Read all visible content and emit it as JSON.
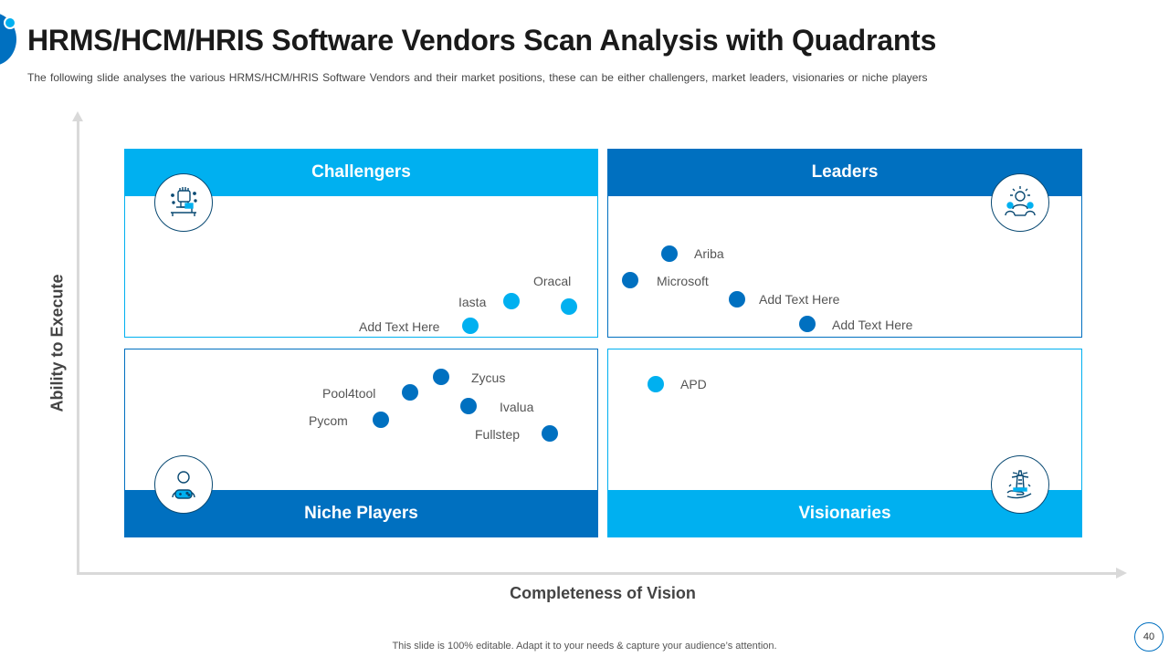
{
  "header": {
    "title": "HRMS/HCM/HRIS Software Vendors Scan Analysis with Quadrants",
    "subtitle": "The following  slide analyses the various  HRMS/HCM/HRIS  Software  Vendors  and their market positions,  these can be either challengers,  market leaders,  visionaries  or niche players"
  },
  "axes": {
    "y_label": "Ability to Execute",
    "x_label": "Completeness of Vision"
  },
  "quadrants": {
    "challengers": {
      "label": "Challengers",
      "icon": "fist-raised-icon",
      "color": "#00b0f0"
    },
    "leaders": {
      "label": "Leaders",
      "icon": "leader-team-icon",
      "color": "#0070c0"
    },
    "niche": {
      "label": "Niche Players",
      "icon": "gamer-icon",
      "color": "#0070c0"
    },
    "visionaries": {
      "label": "Visionaries",
      "icon": "lighthouse-hand-icon",
      "color": "#00b0f0"
    }
  },
  "vendors": [
    {
      "label": "Oracal",
      "color": "#00b0f0"
    },
    {
      "label": "Iasta",
      "color": "#00b0f0"
    },
    {
      "label": "Add Text Here",
      "color": "#00b0f0"
    },
    {
      "label": "Ariba",
      "color": "#0070c0"
    },
    {
      "label": "Microsoft",
      "color": "#0070c0"
    },
    {
      "label": "Add Text Here",
      "color": "#0070c0"
    },
    {
      "label": "Add Text Here",
      "color": "#0070c0"
    },
    {
      "label": "Zycus",
      "color": "#0070c0"
    },
    {
      "label": "Pool4tool",
      "color": "#0070c0"
    },
    {
      "label": "Ivalua",
      "color": "#0070c0"
    },
    {
      "label": "Pycom",
      "color": "#0070c0"
    },
    {
      "label": "Fullstep",
      "color": "#0070c0"
    },
    {
      "label": "APD",
      "color": "#00b0f0"
    }
  ],
  "footer": {
    "note": "This slide is 100% editable. Adapt it to your needs & capture your audience’s attention.",
    "page_number": "40"
  }
}
